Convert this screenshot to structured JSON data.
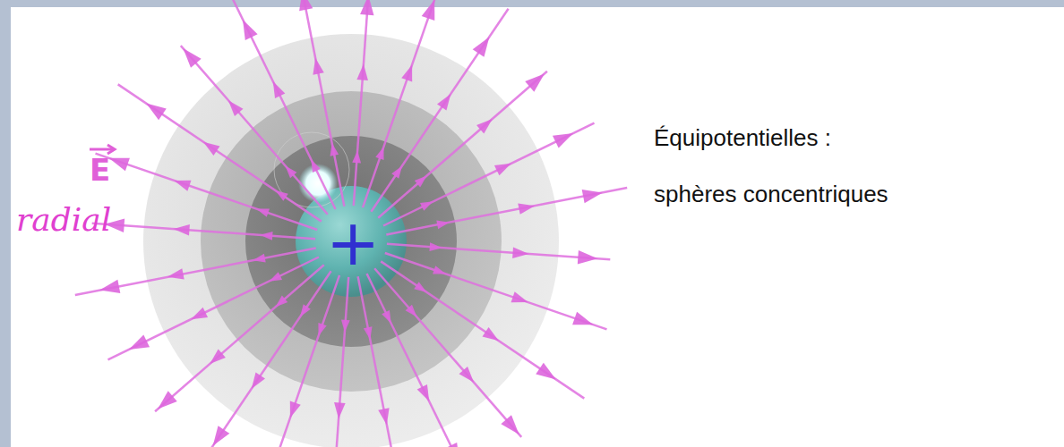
{
  "diagram": {
    "labels": [
      "E",
      "radial",
      "+",
      "Équipotentielles :",
      "sphères concentriques"
    ]
  }
}
